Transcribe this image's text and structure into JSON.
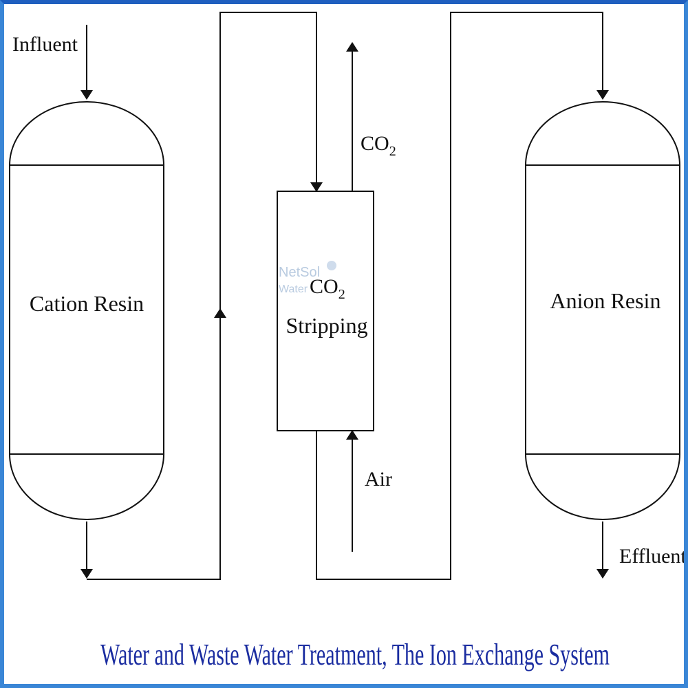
{
  "labels": {
    "influent": "Influent",
    "cation_resin": "Cation Resin",
    "co2_top": "CO",
    "co2_top_sub": "2",
    "stripping_co": "CO",
    "stripping_sub": "2",
    "stripping_word": "Stripping",
    "anion_resin": "Anion Resin",
    "air": "Air",
    "effluent": "Effluent"
  },
  "watermark": {
    "line1": "NetSol",
    "line2": "Water"
  },
  "caption": "Water and Waste Water Treatment, The Ion Exchange System",
  "colors": {
    "caption": "#1a2ca0",
    "border": "#3a86d6",
    "lines": "#111111"
  }
}
